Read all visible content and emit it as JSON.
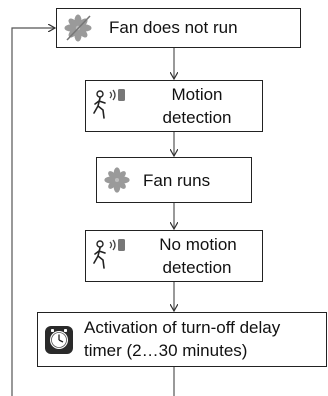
{
  "flowchart": {
    "steps": [
      {
        "id": "fan-stopped",
        "icon": "fan-crossed-icon",
        "label": "Fan does not run"
      },
      {
        "id": "motion",
        "icon": "motion-sensor-icon",
        "label_line1": "Motion",
        "label_line2": "detection"
      },
      {
        "id": "fan-runs",
        "icon": "fan-icon",
        "label": "Fan runs"
      },
      {
        "id": "no-motion",
        "icon": "motion-sensor-icon",
        "label_line1": "No motion",
        "label_line2": "detection"
      },
      {
        "id": "timer",
        "icon": "timer-clock-icon",
        "label_line1": "Activation of turn-off delay",
        "label_line2": "timer (2…30 minutes)"
      }
    ]
  }
}
